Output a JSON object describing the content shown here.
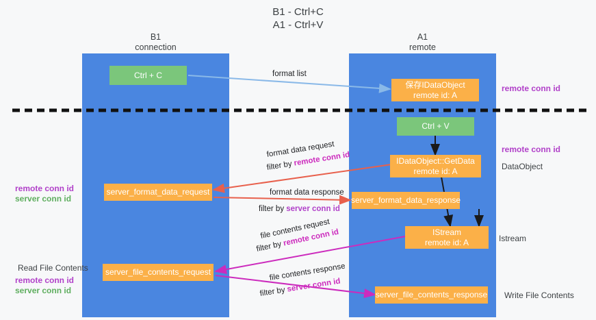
{
  "title": "B1 - Ctrl+C\nA1 - Ctrl+V",
  "colors": {
    "lane": "#4a86e0",
    "green_box": "#7bc67b",
    "orange_box": "#fbb048",
    "remote_conn_id": "#b141c9",
    "server_conn_id": "#5fae5f",
    "arrow_blue": "#8ab9e8",
    "arrow_red": "#e8604c",
    "arrow_magenta": "#cc2bbd",
    "separator": "#000000",
    "background": "#f7f8f9"
  },
  "lanes": [
    {
      "id": "b1",
      "header": "B1\nconnection"
    },
    {
      "id": "a1",
      "header": "A1\nremote"
    }
  ],
  "boxes": [
    {
      "id": "ctrl_c",
      "lines": [
        "Ctrl + C"
      ],
      "style": "green"
    },
    {
      "id": "save_idataobject",
      "lines": [
        "保存IDataObject",
        "remote id: A"
      ],
      "style": "orange"
    },
    {
      "id": "ctrl_v",
      "lines": [
        "Ctrl + V"
      ],
      "style": "green"
    },
    {
      "id": "getdata",
      "lines": [
        "IDataObject::GetData",
        "remote id: A"
      ],
      "style": "orange"
    },
    {
      "id": "server_format_data_request",
      "lines": [
        "server_format_data_request"
      ],
      "style": "orange"
    },
    {
      "id": "server_format_data_response",
      "lines": [
        "server_format_data_response"
      ],
      "style": "orange"
    },
    {
      "id": "istream",
      "lines": [
        "IStream",
        "remote id: A"
      ],
      "style": "orange"
    },
    {
      "id": "server_file_contents_request",
      "lines": [
        "server_file_contents_request"
      ],
      "style": "orange"
    },
    {
      "id": "server_file_contents_response",
      "lines": [
        "server_file_contents_response"
      ],
      "style": "orange"
    }
  ],
  "edge_labels": {
    "format_list": "format list",
    "format_data_request": "format data request",
    "format_data_request_filter_prefix": "filter by ",
    "format_data_request_filter_value": "remote conn id",
    "format_data_response": "format data response",
    "format_data_response_filter_prefix": "filter by ",
    "format_data_response_filter_value": "server conn id",
    "file_contents_request": "file contents request",
    "file_contents_request_filter_prefix": "filter by ",
    "file_contents_request_filter_value": "remote conn id",
    "file_contents_response": "file contents response",
    "file_contents_response_filter_prefix": "filter by ",
    "file_contents_response_filter_value": "server conn id"
  },
  "right_labels": {
    "remote_conn_id_top": "remote conn id",
    "remote_conn_id_mid": "remote conn id",
    "dataobject": "DataObject",
    "istream": "Istream",
    "write_file_contents": "Write File Contents"
  },
  "left_labels": {
    "remote_conn_id_mid": "remote conn id",
    "server_conn_id_mid": "server conn id",
    "read_file_contents": "Read File Contents",
    "remote_conn_id_bottom": "remote conn id",
    "server_conn_id_bottom": "server conn id"
  }
}
